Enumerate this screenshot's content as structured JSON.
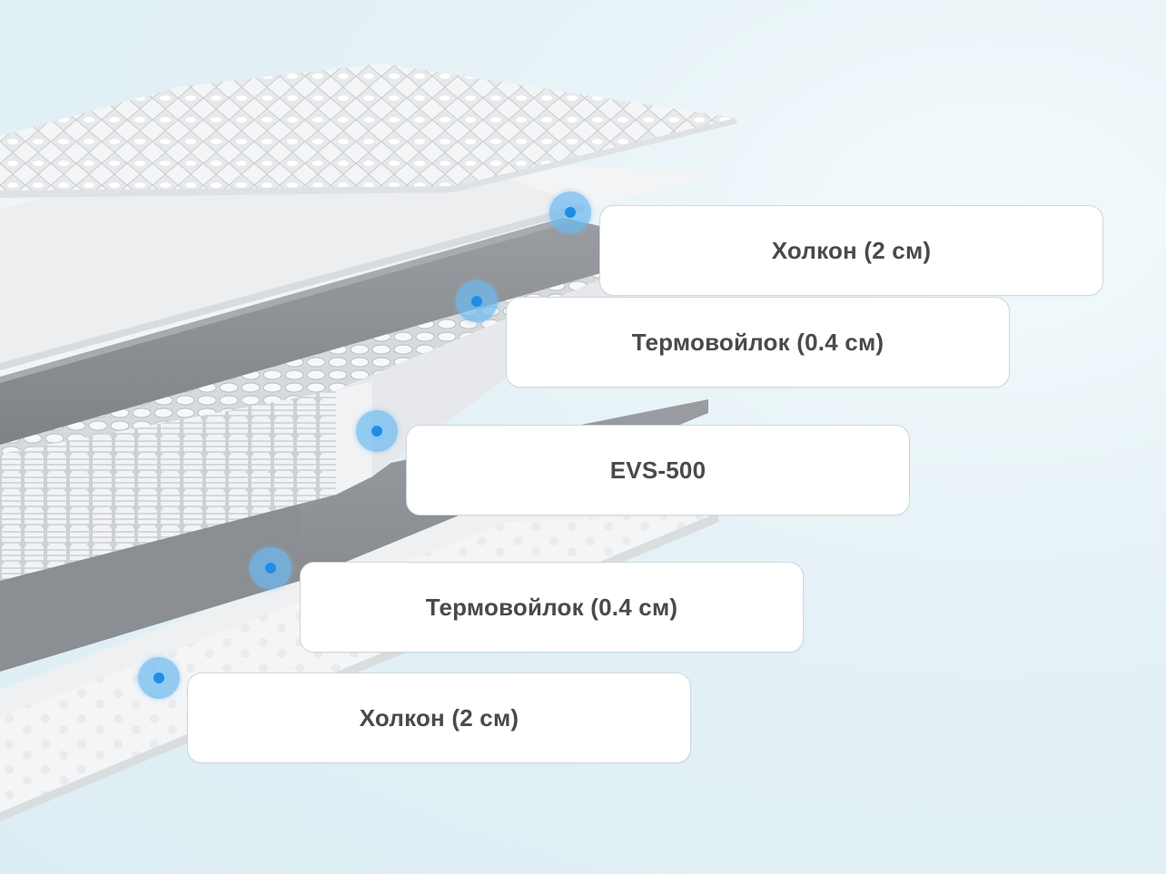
{
  "layers": [
    {
      "label": "Холкон (2 см)"
    },
    {
      "label": "Термовойлок (0.4 см)"
    },
    {
      "label": "EVS-500"
    },
    {
      "label": "Термовойлок (0.4 см)"
    },
    {
      "label": "Холкон (2 см)"
    }
  ],
  "colors": {
    "marker": "#6ebaf0",
    "marker_core": "#1f8de8",
    "felt": "#8e9195",
    "quilt": "#f6f7f8",
    "card_border": "#cfd8dc",
    "text": "#4a4a4a"
  }
}
